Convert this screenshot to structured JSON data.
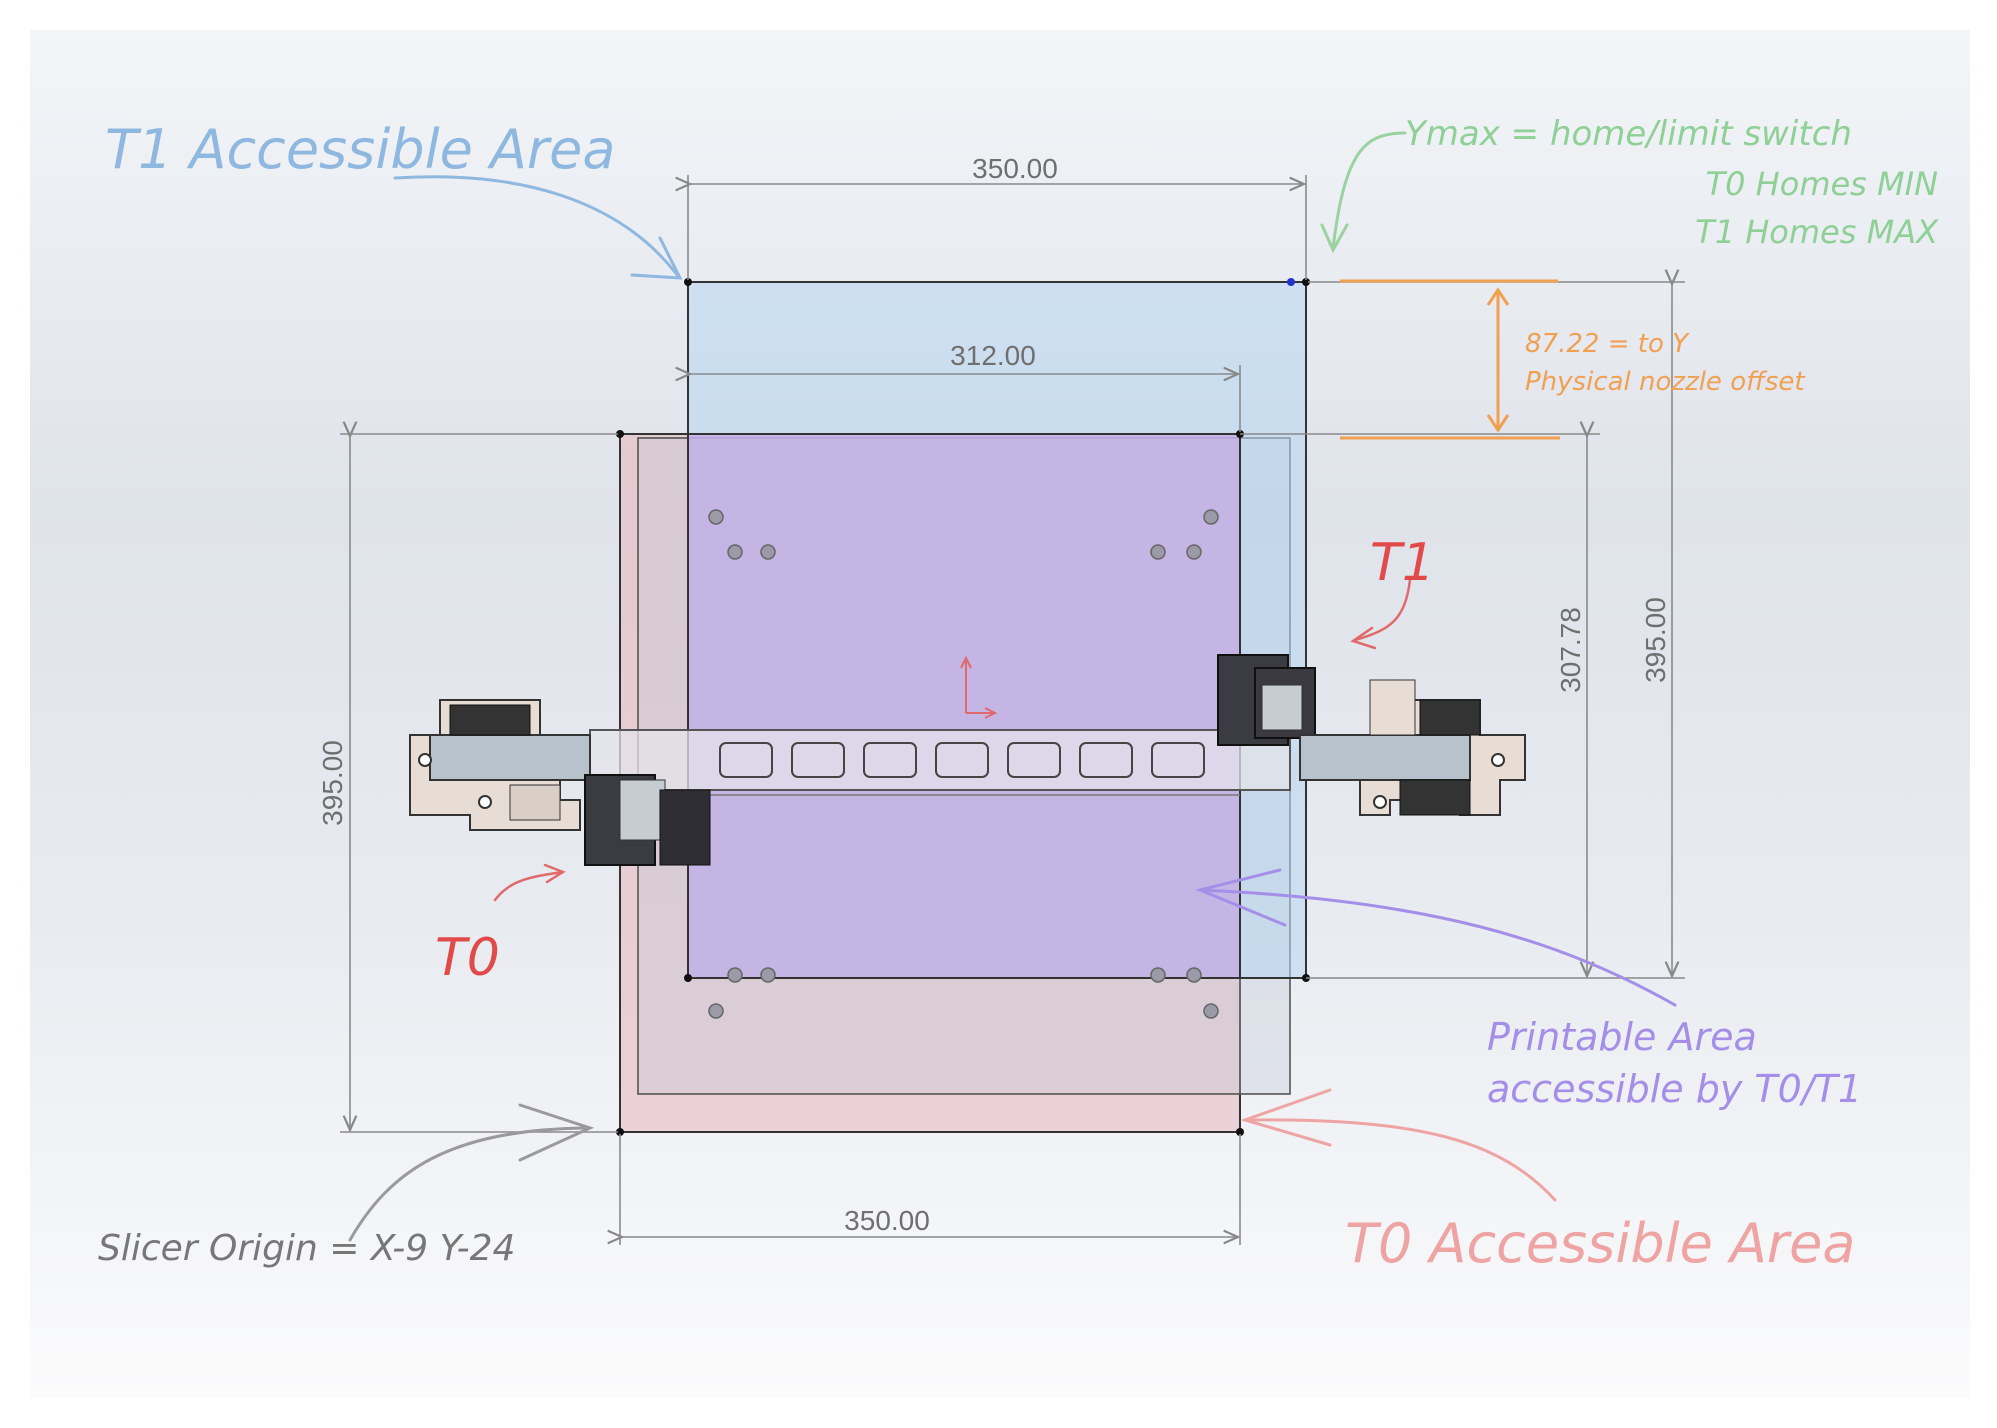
{
  "annotations": {
    "t1_area": "T1 Accessible Area",
    "t0_area": "T0 Accessible Area",
    "ymax_1": "Ymax = home/limit switch",
    "ymax_2": "T0 Homes MIN",
    "ymax_3": "T1 Homes MAX",
    "offset_1": "87.22 = to Y",
    "offset_2": "Physical nozzle offset",
    "t1_label": "T1",
    "t0_label": "T0",
    "printable_1": "Printable Area",
    "printable_2": "accessible by T0/T1",
    "slicer_origin": "Slicer Origin = X-9 Y-24"
  },
  "dimensions": {
    "top_width": "350.00",
    "inner_width": "312.00",
    "bottom_width": "350.00",
    "left_height": "395.00",
    "right_inner_height": "307.78",
    "right_height": "395.00"
  },
  "colors": {
    "t1_area": "#6aa8de",
    "t0_area": "#e88484",
    "printable": "#9a7fe0",
    "ymax_note": "#77c58a",
    "offset_note": "#f0a050",
    "t_label": "#e24a4a",
    "origin_note": "#777777",
    "dimension": "#888888"
  }
}
